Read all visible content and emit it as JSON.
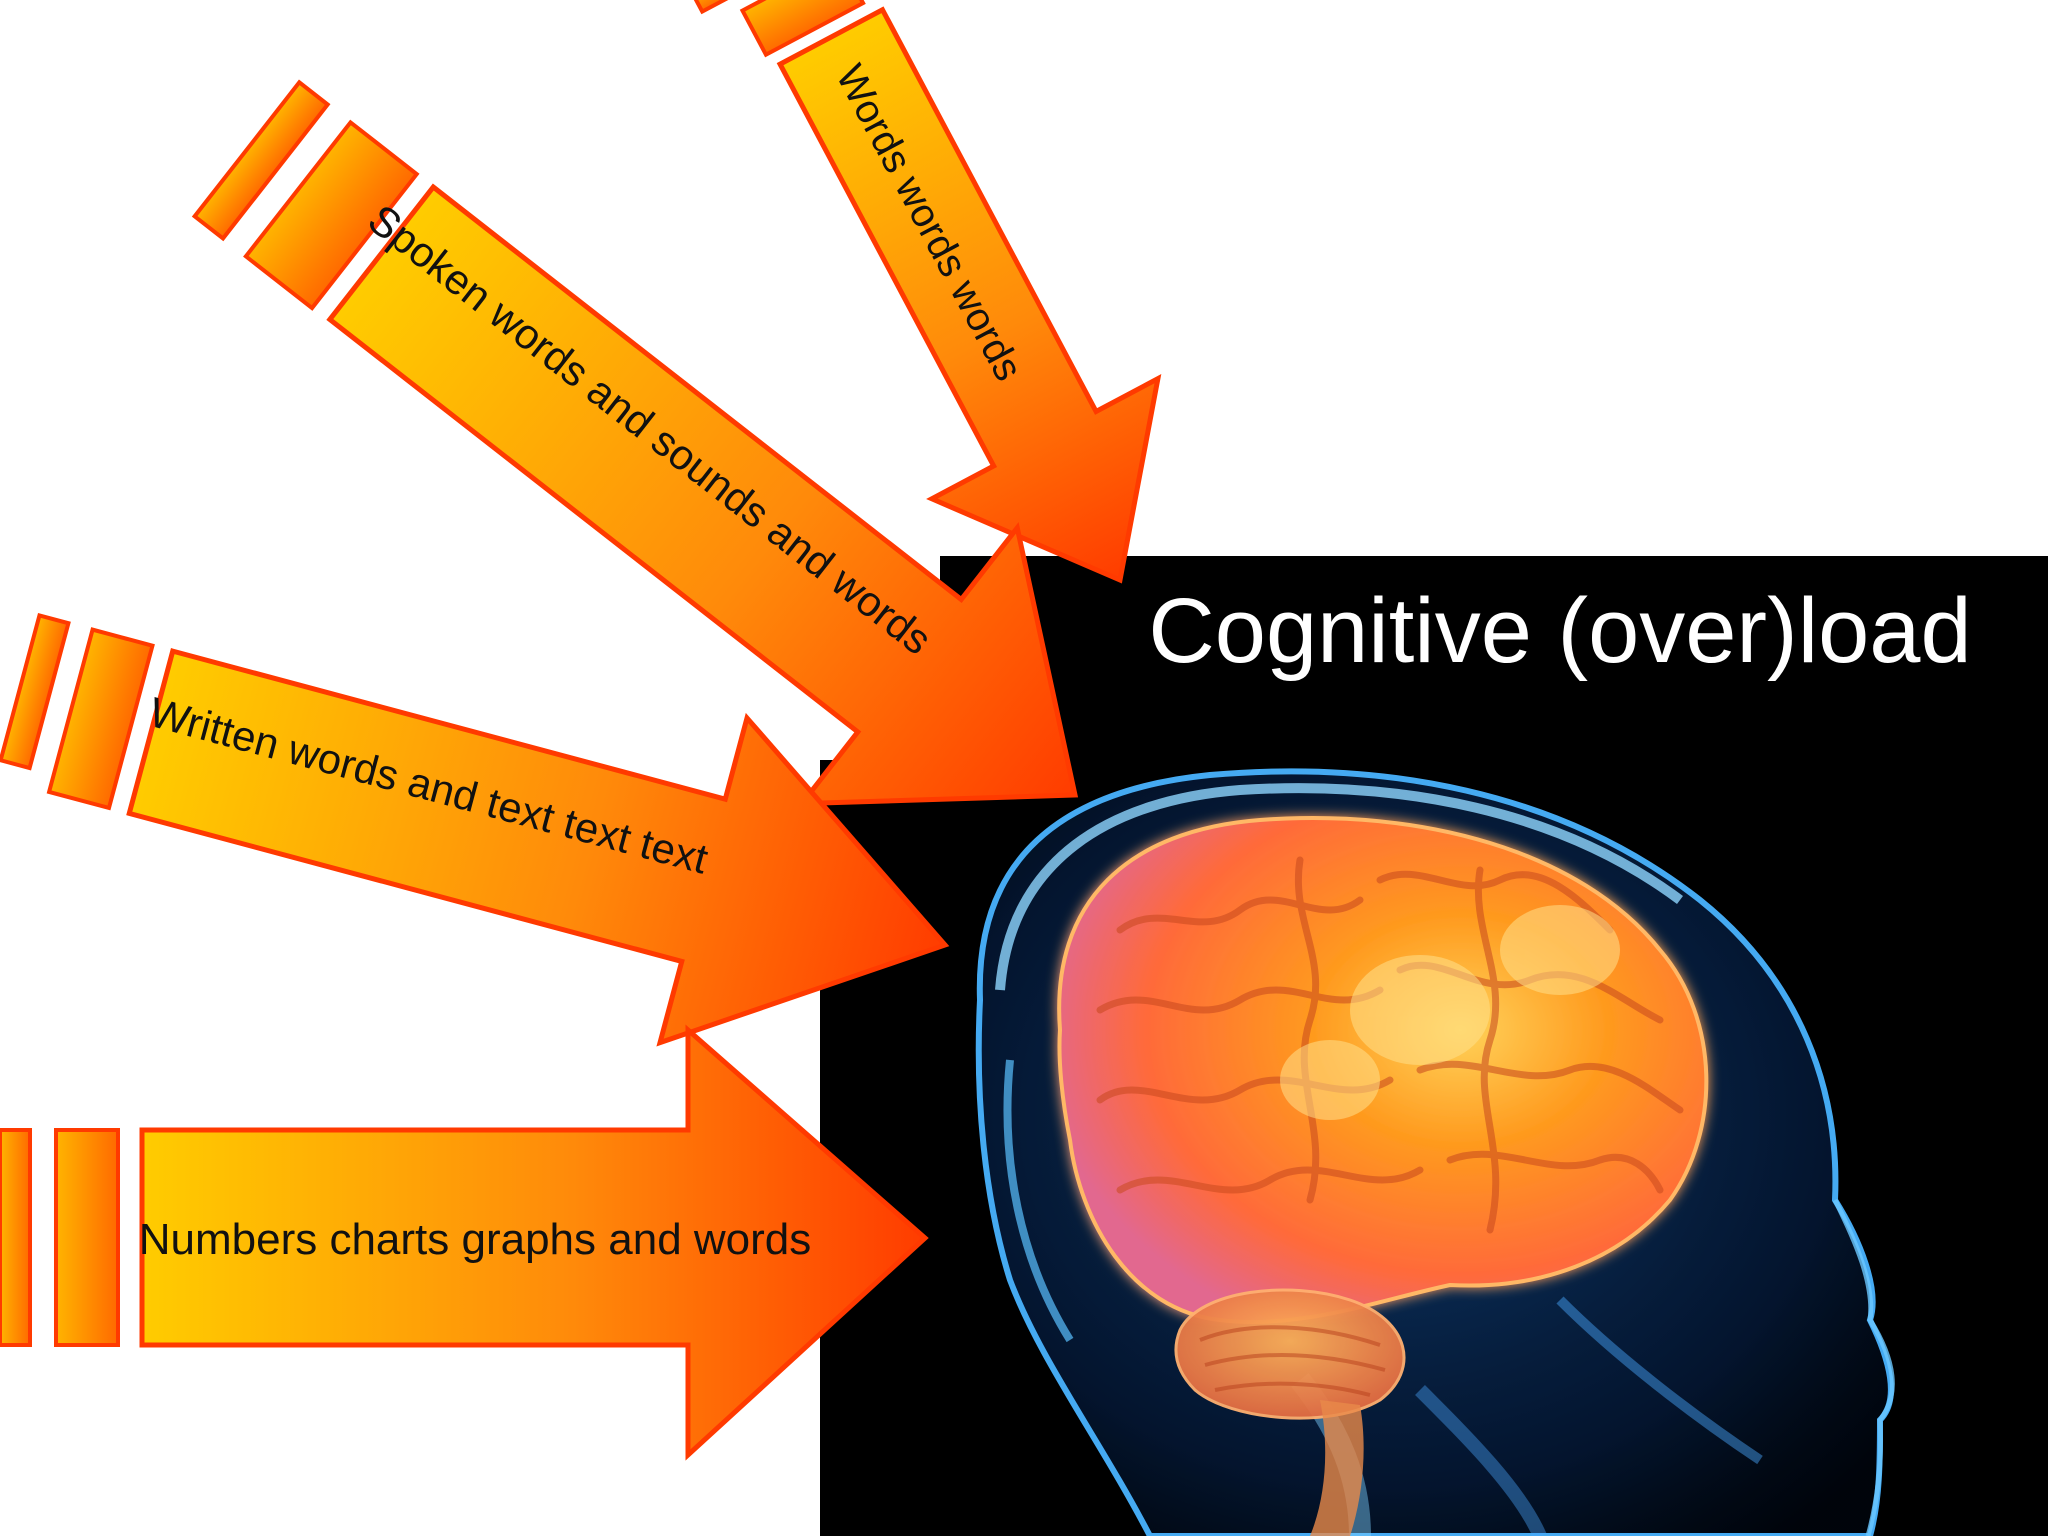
{
  "title": "Cognitive (over)load",
  "arrows": [
    {
      "label": "Words words words"
    },
    {
      "label": "Spoken words and sounds and words"
    },
    {
      "label": "Written words and text text text"
    },
    {
      "label": "Numbers charts graphs and words"
    }
  ],
  "colors": {
    "background": "#ffffff",
    "panel": "#000000",
    "title": "#ffffff",
    "arrow_start": "#ffcc00",
    "arrow_end": "#ff3c00",
    "arrow_stroke": "#ff3a00",
    "brain_core": "#ff8a1e",
    "brain_glow": "#ffd060",
    "skull_blue": "#3fa8ff"
  },
  "icons": [
    "brain-head-illustration"
  ]
}
